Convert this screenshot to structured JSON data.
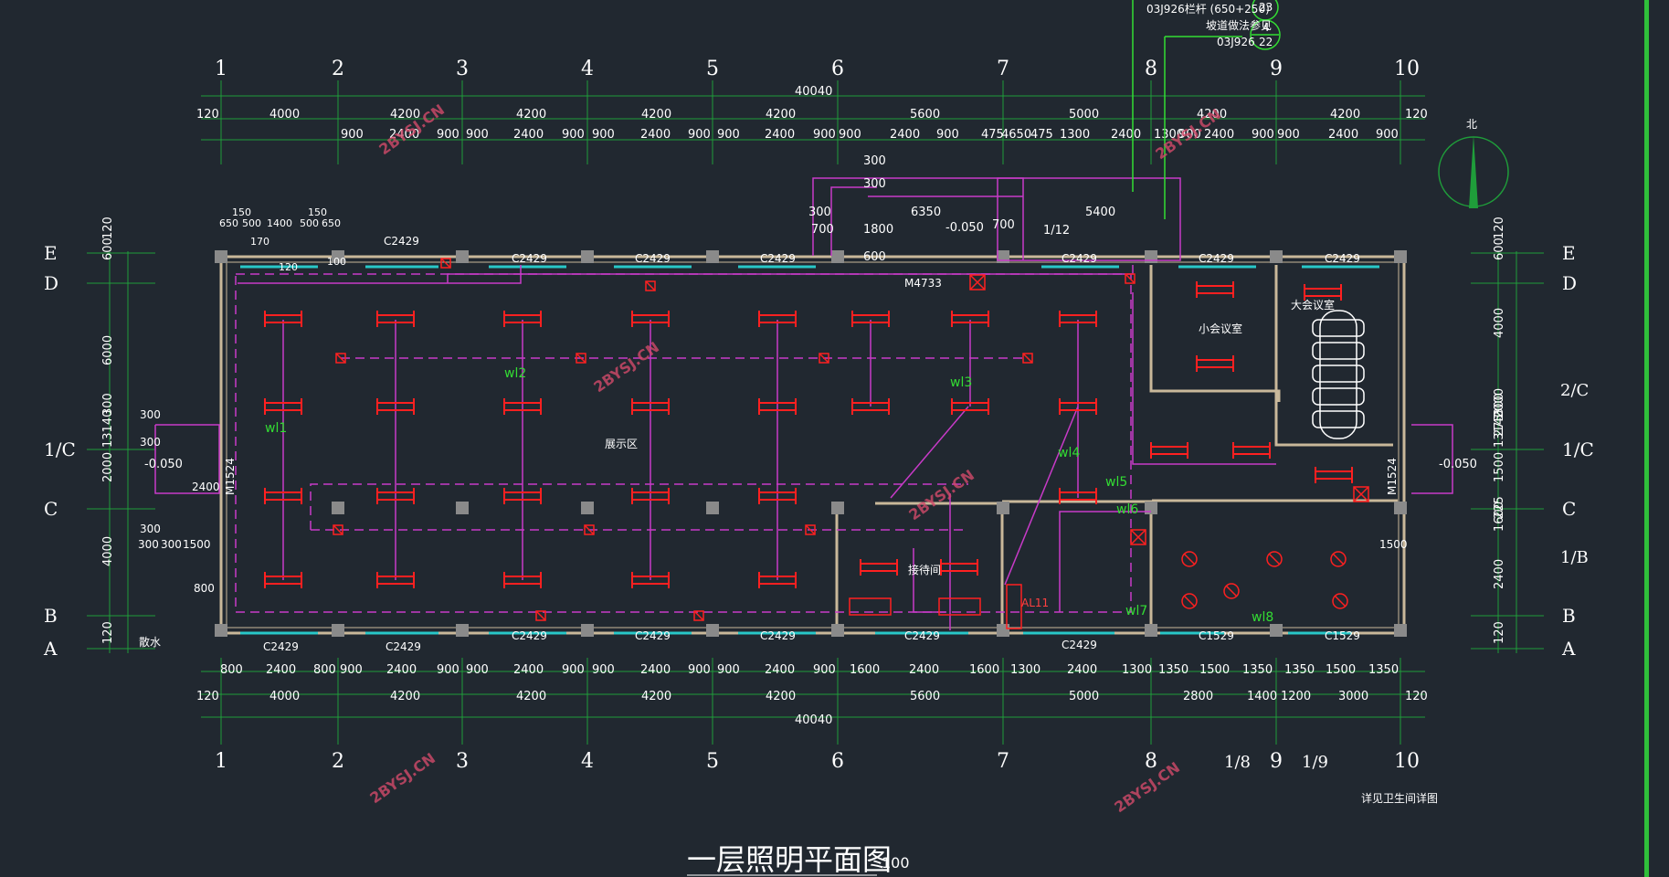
{
  "title": "一层照明平面图",
  "scale": "100",
  "total_dim": "40040",
  "axes_x": [
    "1",
    "2",
    "3",
    "4",
    "5",
    "6",
    "7",
    "8",
    "9",
    "10"
  ],
  "axes_x_extra": [
    "1/8",
    "1/9"
  ],
  "axes_y": [
    "E",
    "D",
    "1/C",
    "C",
    "B",
    "A"
  ],
  "axes_y_right_extra": [
    "2/C",
    "1/B"
  ],
  "top_bays": [
    "120",
    "4000",
    "4200",
    "4200",
    "4200",
    "4200",
    "5600",
    "5000",
    "4200",
    "4200",
    "120"
  ],
  "top_sub": [
    "900",
    "2400",
    "900",
    "900",
    "2400",
    "900",
    "900",
    "2400",
    "900",
    "900",
    "2400",
    "900",
    "900",
    "2400",
    "900",
    "475",
    "4650",
    "475",
    "1300",
    "2400",
    "1300",
    "900",
    "2400",
    "900",
    "900",
    "2400",
    "900"
  ],
  "bottom_bays": [
    "120",
    "4000",
    "4200",
    "4200",
    "4200",
    "4200",
    "5600",
    "5000",
    "2800",
    "1400",
    "1200",
    "3000",
    "120"
  ],
  "bottom_sub": [
    "800",
    "2400",
    "800",
    "900",
    "2400",
    "900",
    "900",
    "2400",
    "900",
    "900",
    "2400",
    "900",
    "900",
    "2400",
    "900",
    "1600",
    "2400",
    "1600",
    "1300",
    "2400",
    "1300",
    "1350",
    "1500",
    "1350",
    "1350",
    "1500",
    "1350"
  ],
  "left_dims": [
    "600",
    "120",
    "6000",
    "2000",
    "4000",
    "120",
    "300",
    "13140"
  ],
  "right_dims": [
    "600",
    "120",
    "4000",
    "2000",
    "1500",
    "1600",
    "2400",
    "120",
    "300",
    "13140",
    "275",
    "225"
  ],
  "windows": [
    "C2429",
    "C1529",
    "M4733",
    "M1524"
  ],
  "circuits": [
    "wl1",
    "wl2",
    "wl3",
    "wl4",
    "wl5",
    "wl6",
    "wl7",
    "wl8"
  ],
  "panel": "AL11",
  "elev": "-0.050",
  "rooms": {
    "exhibit": "展示区",
    "small_meeting": "小会议室",
    "big_meeting": "大会议室",
    "reception": "接待间",
    "toilet_note": "详见卫生间详图",
    "drain": "散水"
  },
  "notes": {
    "rail": "03J926栏杆 (650+250)",
    "ramp": "坡道做法参见",
    "ramp_ref": "03J926",
    "n23": "23",
    "n4": "4",
    "n22": "22"
  },
  "stair_dims": [
    "6350",
    "5400",
    "700",
    "1800",
    "300",
    "300",
    "300",
    "600",
    "700",
    "1/12"
  ],
  "entrance_dims": [
    "150",
    "650",
    "500",
    "1400",
    "500",
    "650",
    "150",
    "170",
    "120",
    "100"
  ],
  "side_entry_dims": [
    "300",
    "300",
    "300",
    "2400",
    "1500",
    "800",
    "300",
    "300",
    "1500"
  ],
  "north": "北",
  "watermark": "2BYSJ.CN",
  "colors": {
    "bg": "#212830",
    "wall": "#c9b89a",
    "axis": "#1f9d3a",
    "magenta": "#c83ac8",
    "red": "#ff2020",
    "cyan": "#28c8c8",
    "white": "#ffffff",
    "green": "#33dd33"
  }
}
